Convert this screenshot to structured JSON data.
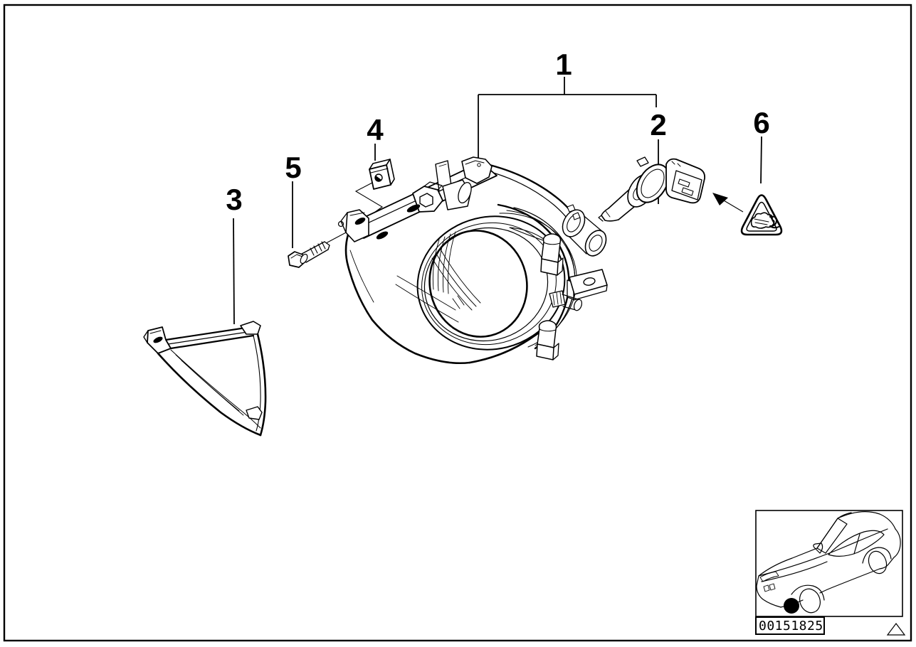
{
  "page": {
    "background": "#ffffff",
    "frame_color": "#000000",
    "line_color": "#000000"
  },
  "callouts": {
    "assembly": "1",
    "bulb": "2",
    "cover": "3",
    "clip": "4",
    "screw": "5",
    "warning": "6"
  },
  "thumbnail": {
    "part_number": "00151825"
  },
  "icons": {
    "warning_triangle": "bulb-handling-warning-triangle",
    "car_thumbnail": "car-front-three-quarter-outline",
    "location_dot": "fog-lamp-location-dot",
    "corner_triangle": "page-corner-triangle-marker"
  }
}
